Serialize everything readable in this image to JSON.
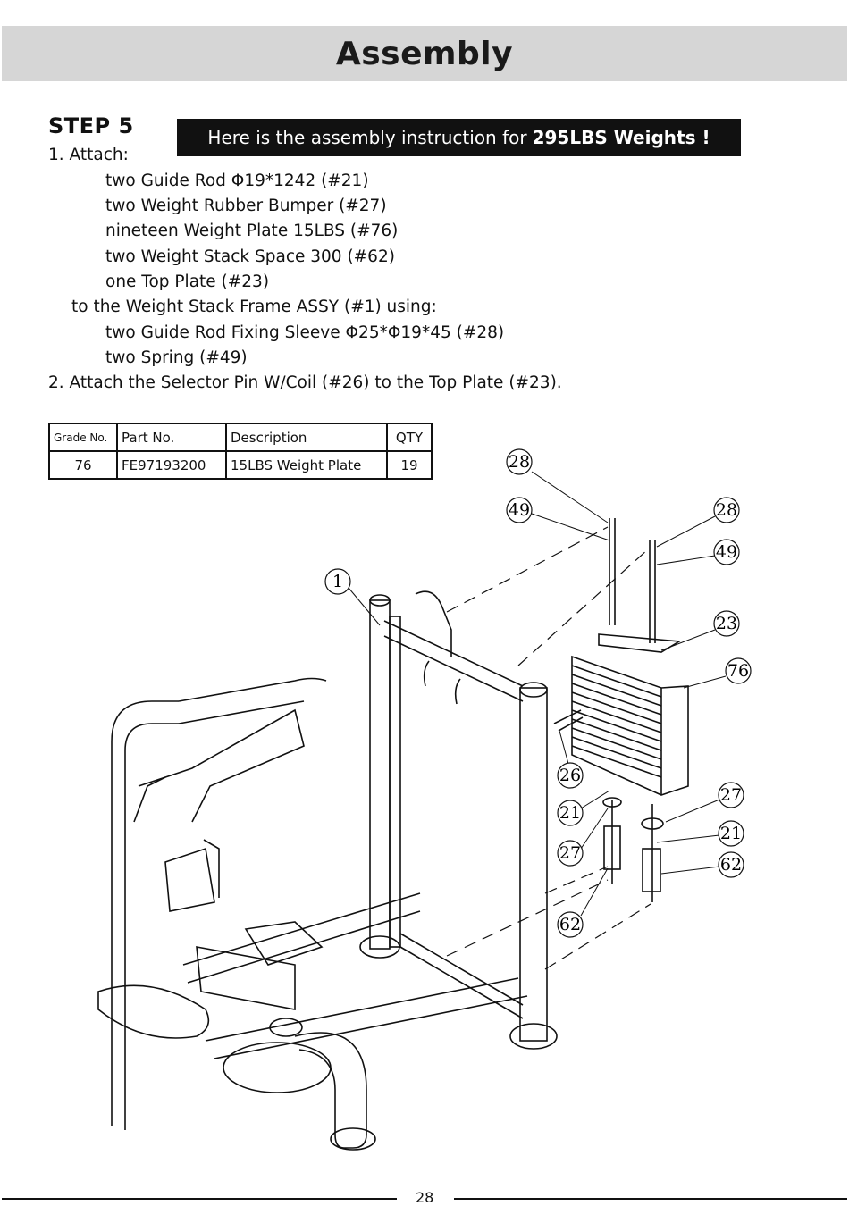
{
  "header": {
    "title": "Assembly"
  },
  "step": {
    "title": "STEP 5",
    "banner_text": "Here is the assembly instruction for",
    "banner_bold": "295LBS Weights !"
  },
  "instructions": {
    "attach_label": "1. Attach:",
    "items": [
      "two Guide Rod Φ19*1242 (#21)",
      "two Weight Rubber Bumper (#27)",
      "nineteen Weight Plate 15LBS (#76)",
      "two Weight Stack Space 300 (#62)",
      "one Top Plate (#23)"
    ],
    "to_frame": "to the Weight Stack Frame ASSY (#1) using:",
    "using_items": [
      "two Guide Rod Fixing Sleeve Φ25*Φ19*45 (#28)",
      "two Spring (#49)"
    ],
    "step2": "2. Attach the Selector Pin W/Coil (#26) to the Top Plate (#23)."
  },
  "parts_table": {
    "headers": [
      "Grade No.",
      "Part No.",
      "Description",
      "QTY"
    ],
    "rows": [
      {
        "grade": "76",
        "part_no": "FE97193200",
        "description": "15LBS Weight Plate",
        "qty": "19"
      }
    ]
  },
  "callouts": [
    "28",
    "49",
    "28",
    "49",
    "1",
    "23",
    "76",
    "26",
    "21",
    "27",
    "27",
    "21",
    "62",
    "62"
  ],
  "footer": {
    "page_number": "28"
  }
}
